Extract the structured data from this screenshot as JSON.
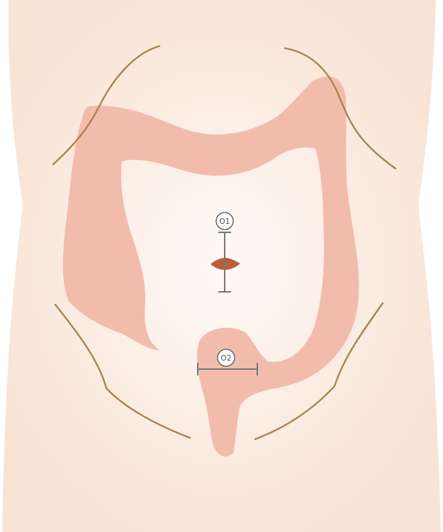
{
  "markers": [
    {
      "label": "O1",
      "orientation": "vertical"
    },
    {
      "label": "O2",
      "orientation": "horizontal"
    }
  ],
  "colors": {
    "skin": "#f8e4d5",
    "skin_light": "#fdf5ef",
    "colon": "#f2bcad",
    "rib_and_pelvis_lines": "#a8844f",
    "navel": "#b95f3b",
    "marker_stroke": "#777777"
  }
}
